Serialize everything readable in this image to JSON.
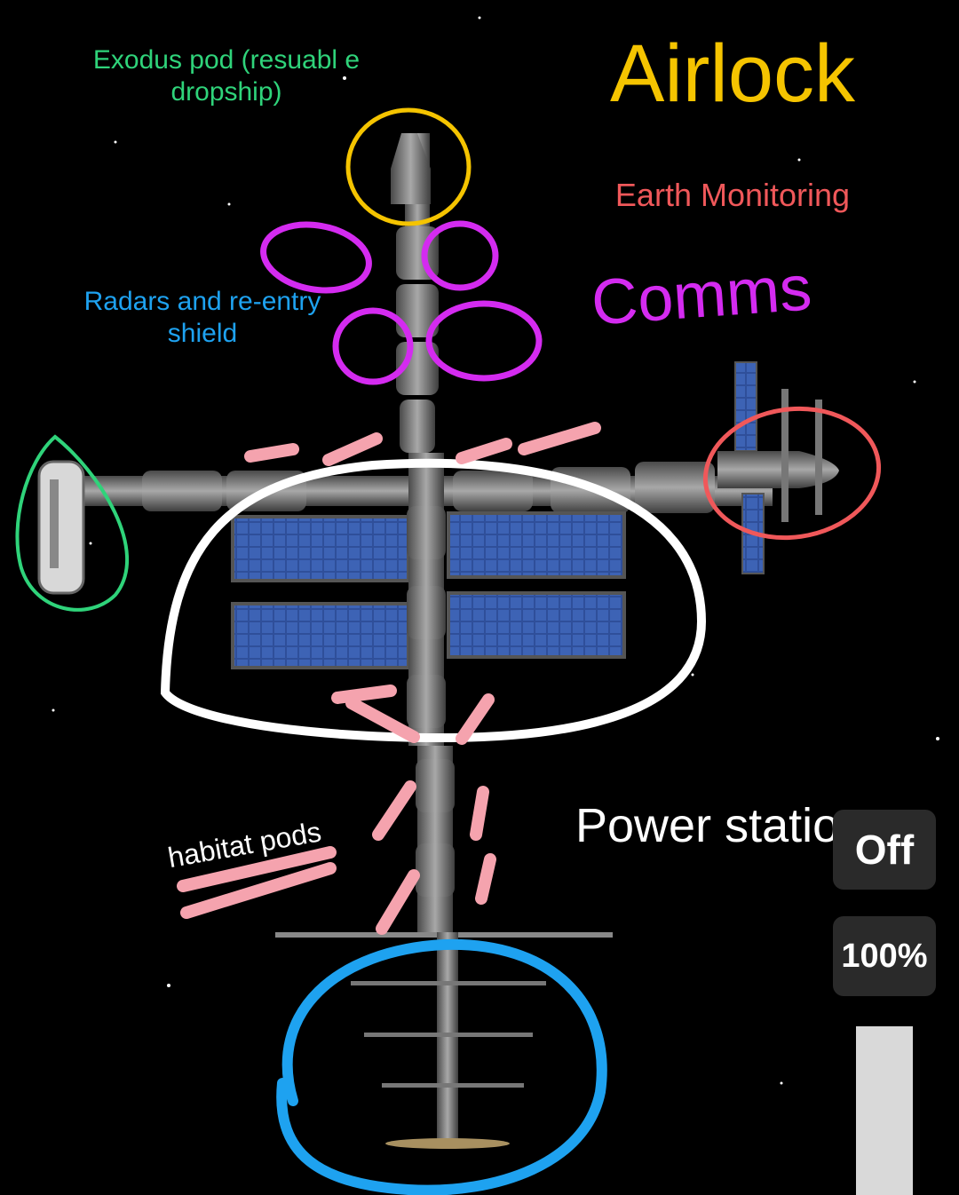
{
  "labels": {
    "exodus": "Exodus pod (resuabl e dropship)",
    "airlock": "Airlock",
    "earth_monitoring": "Earth Monitoring",
    "comms": "Comms",
    "radars": "Radars and re-entry shield",
    "power_station": "Power station",
    "habitat": "habitat pods"
  },
  "controls": {
    "toggle_label": "Off",
    "throttle_label": "100%",
    "throttle_level": 1.0
  },
  "colors": {
    "background": "#000000",
    "exodus": "#2fd37a",
    "airlock": "#f5c400",
    "earth_monitoring": "#f0585a",
    "comms": "#d42bf0",
    "radars": "#1ea2f0",
    "power_station": "#ffffff",
    "habitat": "#f5a3ae"
  },
  "icons": {
    "station": "space-station-illustration"
  }
}
